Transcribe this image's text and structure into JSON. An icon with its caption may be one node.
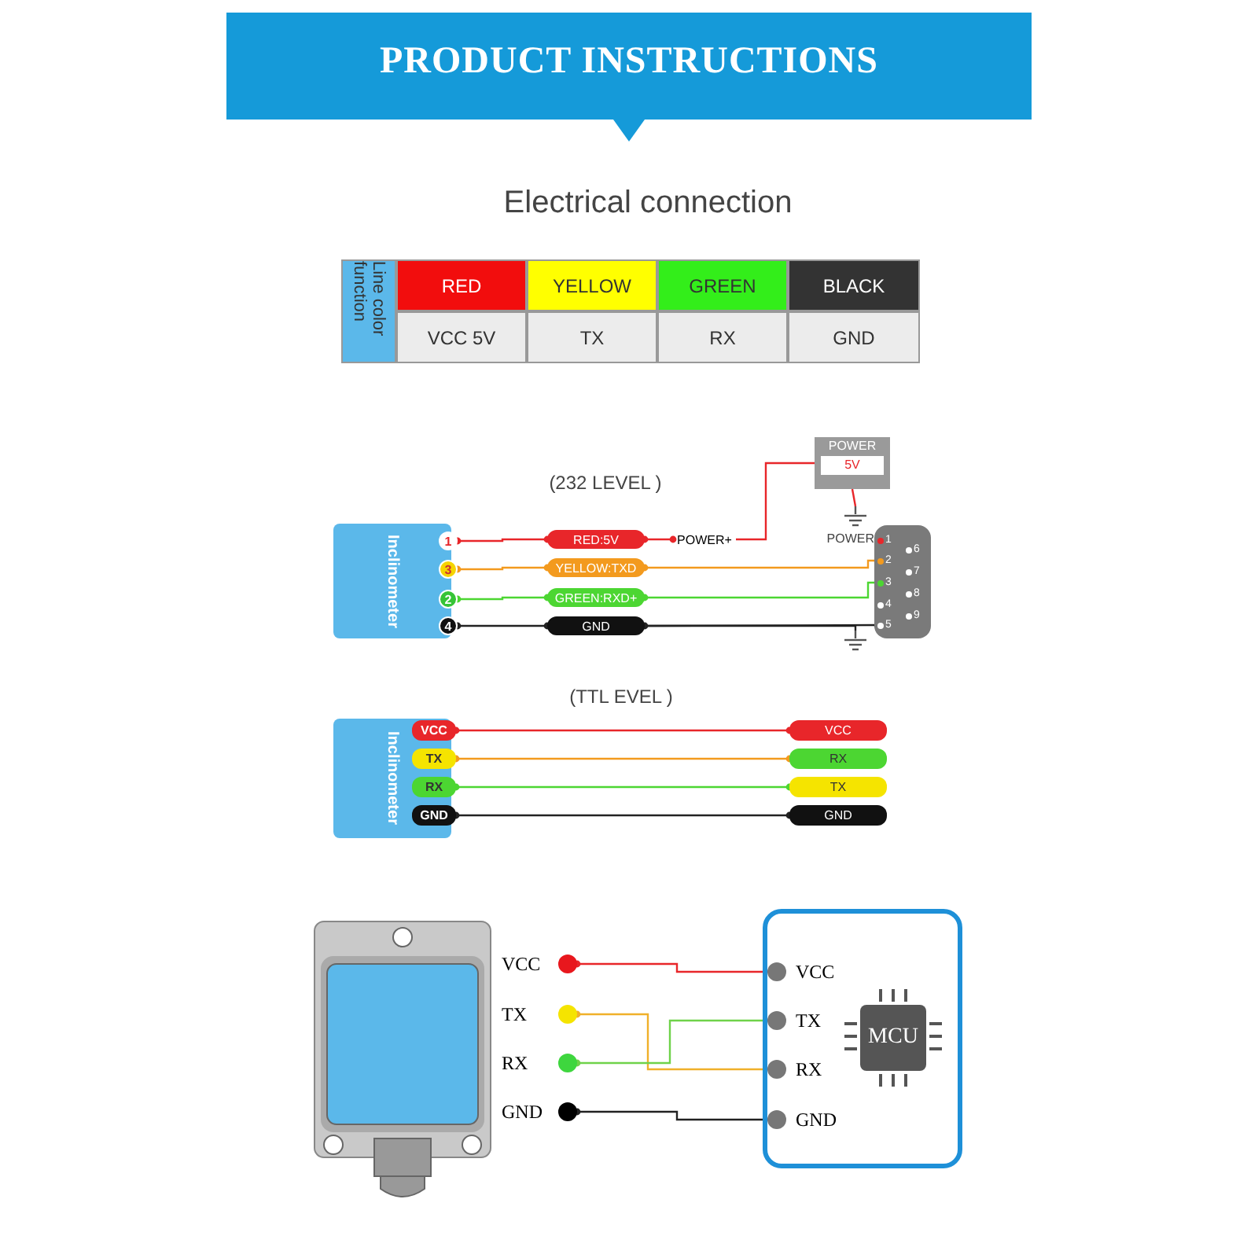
{
  "diagram": {
    "title": "PRODUCT INSTRUCTIONS",
    "nodes": [
      {
        "text": [
          "Inclinometer"
        ]
      },
      {
        "text": [
          "1"
        ],
        "in": 0
      },
      {
        "text": [
          "3"
        ],
        "in": 0
      },
      {
        "text": [
          "2"
        ],
        "in": 0
      },
      {
        "text": [
          "4"
        ],
        "in": 0
      },
      {
        "text": [
          "RED:5V"
        ]
      },
      {
        "text": [
          "YELLOW:TXD"
        ]
      },
      {
        "text": [
          "GREEN:RXD+"
        ]
      },
      {
        "text": [
          "GND"
        ]
      },
      {
        "text": [
          "POWER+"
        ]
      },
      {
        "text": [
          "POWER",
          "5V"
        ]
      },
      {
        "text": [],
        "shape": "picture"
      },
      {
        "text": [],
        "shape": "picture"
      },
      {
        "text": [
          "1"
        ],
        "in": 12,
        "beside": [
          "POWER"
        ]
      },
      {
        "text": [
          "2"
        ],
        "in": 12
      },
      {
        "text": [
          "3"
        ],
        "in": 12
      },
      {
        "text": [
          "4"
        ],
        "in": 12
      },
      {
        "text": [
          "5"
        ],
        "in": 12
      },
      {
        "text": [
          "6"
        ],
        "in": 12
      },
      {
        "text": [
          "7"
        ],
        "in": 12
      },
      {
        "text": [
          "8"
        ],
        "in": 12
      },
      {
        "text": [
          "9"
        ],
        "in": 12
      },
      {
        "text": [],
        "shape": "picture"
      },
      {
        "text": [
          "Inclinometer"
        ]
      },
      {
        "text": [
          "VCC"
        ],
        "in": 23
      },
      {
        "text": [
          "TX"
        ],
        "in": 23
      },
      {
        "text": [
          "RX"
        ],
        "in": 23
      },
      {
        "text": [
          "GND"
        ],
        "in": 23
      },
      {
        "text": [
          "VCC"
        ]
      },
      {
        "text": [
          "RX"
        ]
      },
      {
        "text": [
          "TX"
        ]
      },
      {
        "text": [
          "GND"
        ]
      },
      {
        "text": [],
        "shape": "picture"
      },
      {
        "text": [
          "VCC"
        ]
      },
      {
        "text": [
          "TX"
        ]
      },
      {
        "text": [
          "RX"
        ]
      },
      {
        "text": [
          "GND"
        ]
      },
      {
        "text": [],
        "shape": "box"
      },
      {
        "text": [
          "VCC"
        ],
        "in": 37
      },
      {
        "text": [
          "TX"
        ],
        "in": 37
      },
      {
        "text": [
          "RX"
        ],
        "in": 37
      },
      {
        "text": [
          "GND"
        ],
        "in": 37
      },
      {
        "text": [
          "MCU"
        ],
        "in": 37
      }
    ],
    "edges": [
      {
        "from": 1,
        "to": 5,
        "arrow": "other",
        "color": "#e8262a"
      },
      {
        "from": 5,
        "to": 9,
        "arrow": "other",
        "color": "#e8262a"
      },
      {
        "from": 9,
        "to": 10,
        "arrow": "none",
        "color": "#e8262a"
      },
      {
        "from": 10,
        "to": 11,
        "arrow": "none",
        "color": "#e8262a"
      },
      {
        "from": 2,
        "to": 6,
        "arrow": "other",
        "color": "#f39a1e"
      },
      {
        "from": 6,
        "to": 14,
        "arrow": "other",
        "color": "#f39a1e"
      },
      {
        "from": 3,
        "to": 7,
        "arrow": "other",
        "color": "#4cd632"
      },
      {
        "from": 7,
        "to": 15,
        "arrow": "other",
        "color": "#4cd632"
      },
      {
        "from": 4,
        "to": 8,
        "arrow": "other",
        "color": "#222222"
      },
      {
        "from": 8,
        "to": 17,
        "arrow": "other",
        "color": "#222222"
      },
      {
        "from": 8,
        "to": 22,
        "arrow": "none",
        "color": "#222222"
      },
      {
        "from": 24,
        "to": 28,
        "arrow": "other",
        "color": "#e8262a"
      },
      {
        "from": 25,
        "to": 29,
        "arrow": "other",
        "color": "#f39a1e"
      },
      {
        "from": 26,
        "to": 30,
        "arrow": "other",
        "color": "#4cd632"
      },
      {
        "from": 27,
        "to": 31,
        "arrow": "other",
        "color": "#222222"
      },
      {
        "from": 33,
        "to": 38,
        "arrow": "other",
        "color": "#e8262a"
      },
      {
        "from": 34,
        "to": 40,
        "arrow": "other",
        "color": "#f0b02a"
      },
      {
        "from": 35,
        "to": 39,
        "arrow": "other",
        "color": "#6fd24a"
      },
      {
        "from": 36,
        "to": 41,
        "arrow": "other",
        "color": "#222222"
      }
    ],
    "labels": [
      "Electrical connection",
      "Line color function",
      "RED",
      "YELLOW",
      "GREEN",
      "BLACK",
      "VCC 5V",
      "TX",
      "RX",
      "GND",
      "(232 LEVEL )",
      "(TTL EVEL )"
    ]
  }
}
